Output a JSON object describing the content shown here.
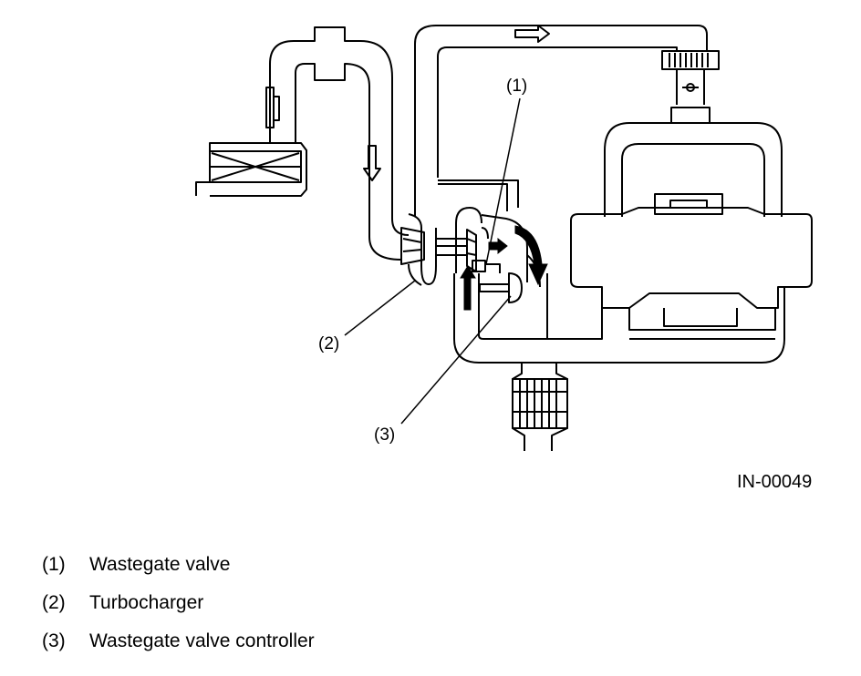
{
  "callouts": [
    {
      "id": "1",
      "label": "(1)"
    },
    {
      "id": "2",
      "label": "(2)"
    },
    {
      "id": "3",
      "label": "(3)"
    }
  ],
  "figure_id": "IN-00049",
  "legend": [
    {
      "number": "(1)",
      "text": "Wastegate valve"
    },
    {
      "number": "(2)",
      "text": "Turbocharger"
    },
    {
      "number": "(3)",
      "text": "Wastegate valve controller"
    }
  ]
}
